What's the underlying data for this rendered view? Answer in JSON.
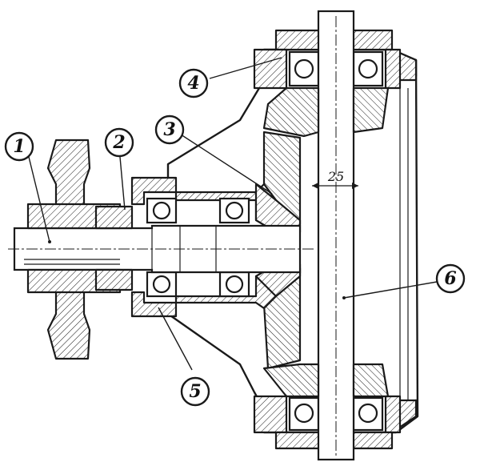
{
  "callouts": [
    {
      "id": "1",
      "label": "1"
    },
    {
      "id": "2",
      "label": "2"
    },
    {
      "id": "3",
      "label": "3"
    },
    {
      "id": "4",
      "label": "4"
    },
    {
      "id": "5",
      "label": "5"
    },
    {
      "id": "6",
      "label": "6"
    }
  ],
  "dimension": {
    "label": "25"
  }
}
